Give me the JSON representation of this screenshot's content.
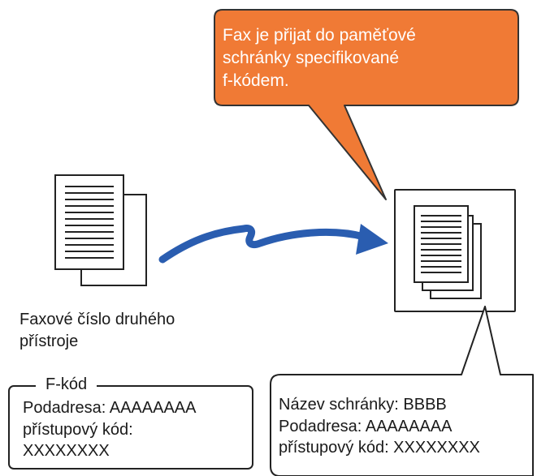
{
  "callout": {
    "text": "Fax je přijat do paměťové\nschránky specifikované\nf-kódem.",
    "color": "#f07a35"
  },
  "sender": {
    "label": "Faxové číslo druhého\npřístroje"
  },
  "fcode": {
    "legend": "F-kód",
    "lines": "Podadresa: AAAAAAAA\npřístupový kód:\nXXXXXXXX"
  },
  "mailbox_info": {
    "lines": "Název schránky: BBBB\nPodadresa: AAAAAAAA\npřístupový kód: XXXXXXXX"
  },
  "arrow": {
    "color": "#2a5db0"
  }
}
